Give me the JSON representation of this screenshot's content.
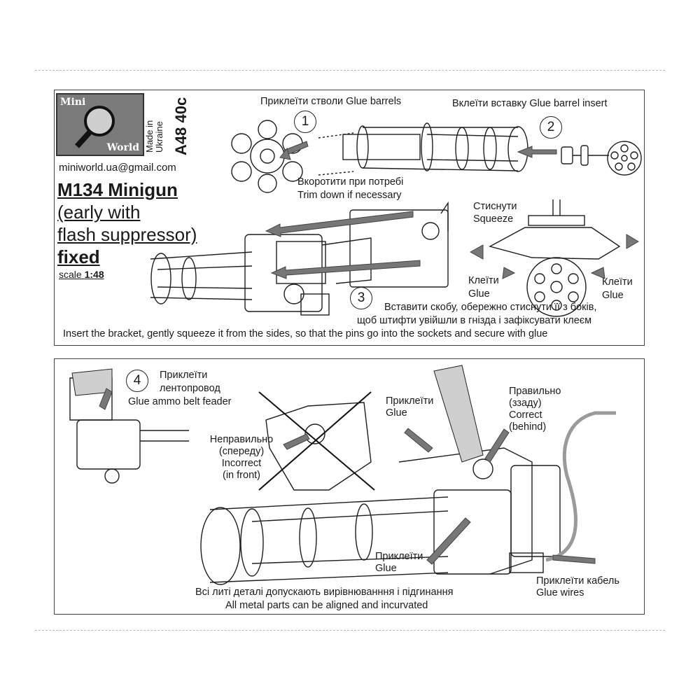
{
  "brand": {
    "logo_top": "Mini",
    "logo_bottom": "World",
    "made_in": [
      "Made in",
      "Ukraine"
    ],
    "code": "A48 40c",
    "email": "miniworld.ua@gmail.com"
  },
  "product": {
    "title": "M134 Minigun",
    "subtitle_1": "(early with",
    "subtitle_2": "flash suppressor)",
    "variant": "fixed",
    "scale_label": "scale",
    "scale_value": "1:48"
  },
  "steps": {
    "s1": {
      "num": "1",
      "label": "Приклеїти стволи Glue barrels",
      "trim_ua": "Вкоротити при потребі",
      "trim_en": "Trim down if necessary"
    },
    "s2": {
      "num": "2",
      "label": "Вклеїти вставку Glue barrel insert"
    },
    "s3": {
      "num": "3",
      "squeeze_ua": "Стиснути",
      "squeeze_en": "Squeeze",
      "glue_ua_left": "Клеїти",
      "glue_en_left": "Glue",
      "glue_ua_right": "Клеїти",
      "glue_en_right": "Glue",
      "text_ua_1": "Вставити скобу, обережно стиснути її з боків,",
      "text_ua_2": "щоб штифти увійшли в гнізда і зафіксувати клеєм",
      "text_en": "Insert the bracket, gently squeeze it from the sides, so that the pins go into the sockets and secure with glue"
    },
    "s4": {
      "num": "4",
      "label_ua_1": "Приклеїти",
      "label_ua_2": "лентопровод",
      "label_en": "Glue ammo belt feader"
    }
  },
  "bottom": {
    "incorrect": [
      "Неправильно",
      "(спереду)",
      "Incorrect",
      "(in front)"
    ],
    "glue_top": [
      "Приклеїти",
      "Glue"
    ],
    "correct": [
      "Правильно",
      "(ззаду)",
      "Correct",
      "(behind)"
    ],
    "glue_mid": [
      "Приклеїти",
      "Glue"
    ],
    "wires": [
      "Приклеїти кабель",
      "Glue wires"
    ],
    "metal_ua": "Всі литі деталі допускають вирівнюванння і підгинання",
    "metal_en": "All metal parts can be aligned and incurvated"
  }
}
